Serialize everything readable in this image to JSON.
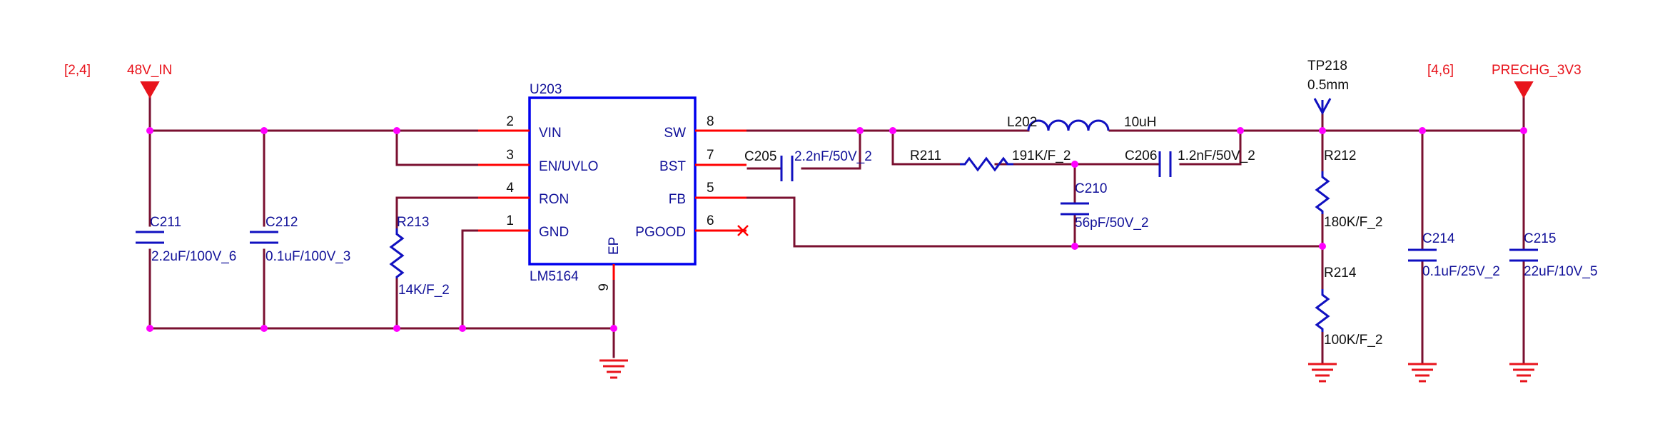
{
  "ports": {
    "left_ref": "[2,4]",
    "left_net": "48V_IN",
    "right_ref": "[4,6]",
    "right_net": "PRECHG_3V3"
  },
  "ic": {
    "ref": "U203",
    "part": "LM5164",
    "pins": {
      "vin": "VIN",
      "en": "EN/UVLO",
      "ron": "RON",
      "gnd": "GND",
      "sw": "SW",
      "bst": "BST",
      "fb": "FB",
      "pgood": "PGOOD",
      "ep": "EP"
    },
    "pin_numbers": {
      "vin": "2",
      "en": "3",
      "ron": "4",
      "gnd": "1",
      "sw": "8",
      "bst": "7",
      "fb": "5",
      "pgood": "6",
      "ep": "9"
    }
  },
  "components": {
    "c211": {
      "ref": "C211",
      "value": "2.2uF/100V_6"
    },
    "c212": {
      "ref": "C212",
      "value": "0.1uF/100V_3"
    },
    "r213": {
      "ref": "R213",
      "value": "14K/F_2"
    },
    "c205": {
      "ref": "C205",
      "value": "2.2nF/50V_2"
    },
    "r211": {
      "ref": "R211",
      "value": "191K/F_2"
    },
    "c206": {
      "ref": "C206",
      "value": "1.2nF/50V_2"
    },
    "c210": {
      "ref": "C210",
      "value": "56pF/50V_2"
    },
    "l202": {
      "ref": "L202",
      "value": "10uH"
    },
    "tp218": {
      "ref": "TP218",
      "value": "0.5mm"
    },
    "r212": {
      "ref": "R212",
      "value": "180K/F_2"
    },
    "r214": {
      "ref": "R214",
      "value": "100K/F_2"
    },
    "c214": {
      "ref": "C214",
      "value": "0.1uF/25V_2"
    },
    "c215": {
      "ref": "C215",
      "value": "22uF/10V_5"
    }
  },
  "colors": {
    "wire": "#7a1030",
    "pin": "#ff0000",
    "component": "#1010c0",
    "power": "#e8141c",
    "junction": "#ff00ff"
  }
}
